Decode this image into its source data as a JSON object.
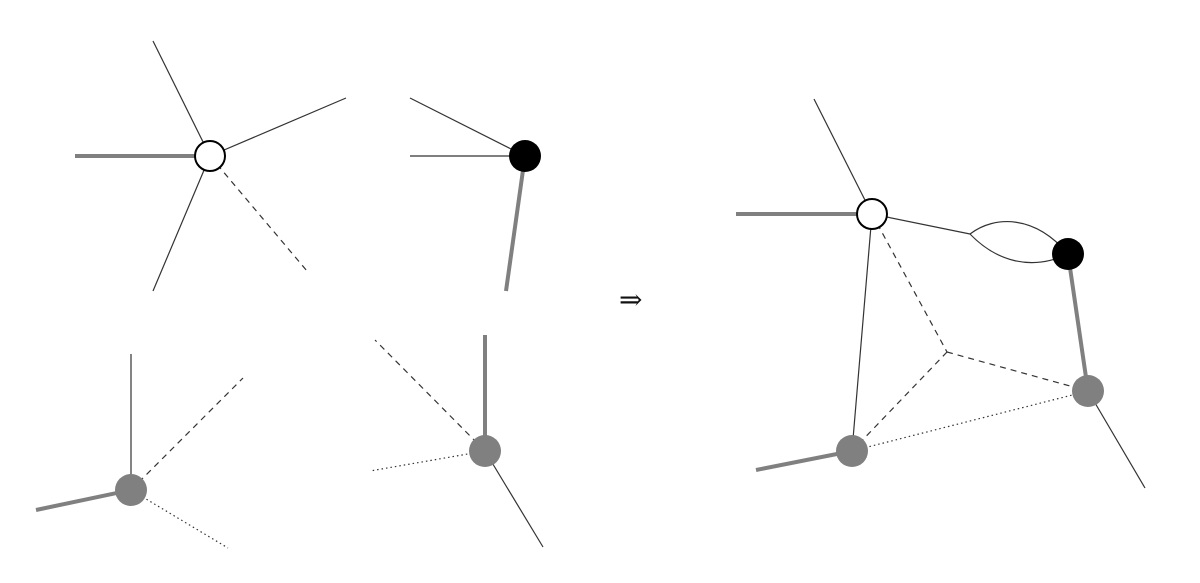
{
  "arrow": {
    "symbol": "⇒"
  },
  "colors": {
    "thin_edge": "#333333",
    "thick_edge": "#808080",
    "white_vertex_fill": "#ffffff",
    "white_vertex_stroke": "#000000",
    "black_vertex": "#000000",
    "gray_vertex": "#808080"
  },
  "edge_styles": [
    "thin-solid",
    "thick-gray",
    "dashed",
    "dotted",
    "curved"
  ],
  "vertex_types": [
    "white",
    "black",
    "gray"
  ]
}
